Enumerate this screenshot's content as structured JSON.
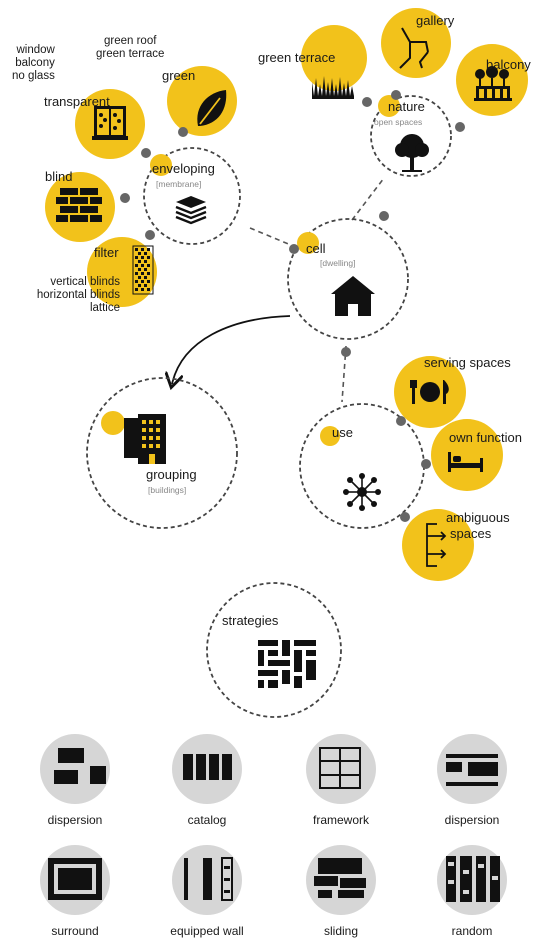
{
  "cell": {
    "title": "cell",
    "sub": "[dwelling]"
  },
  "enveloping": {
    "title": "enveloping",
    "sub": "[membrane]"
  },
  "nature": {
    "title": "nature",
    "sub": "open spaces"
  },
  "use": {
    "title": "use"
  },
  "grouping": {
    "title": "grouping",
    "sub": "[buildings]"
  },
  "strategies": {
    "title": "strategies"
  },
  "membrane_types": {
    "transparent": "transparent",
    "transparent_examples": [
      "window",
      "balcony",
      "no glass"
    ],
    "green": "green",
    "green_examples": [
      "green roof",
      "green terrace"
    ],
    "blind": "blind",
    "filter": "filter",
    "filter_examples": [
      "vertical blinds",
      "horizontal blinds",
      "lattice"
    ]
  },
  "nature_types": {
    "green_terrace": "green terrace",
    "gallery": "gallery",
    "balcony": "balcony"
  },
  "use_types": {
    "serving": "serving spaces",
    "own_function": "own function",
    "ambiguous": [
      "ambiguous",
      "spaces"
    ]
  },
  "strategy_items": [
    {
      "label": "dispersion",
      "icon": "dispersion-icon"
    },
    {
      "label": "catalog",
      "icon": "catalog-icon"
    },
    {
      "label": "framework",
      "icon": "framework-icon"
    },
    {
      "label": "dispersion",
      "icon": "dispersion-alt-icon"
    },
    {
      "label": "surround",
      "icon": "surround-icon"
    },
    {
      "label": "equipped wall",
      "icon": "equipped-wall-icon"
    },
    {
      "label": "sliding",
      "icon": "sliding-icon"
    },
    {
      "label": "random",
      "icon": "random-icon"
    }
  ],
  "colors": {
    "accent": "#f2c21b",
    "ink": "#111111",
    "node_gray": "#666666",
    "circle_gray": "#d6d6d6"
  }
}
